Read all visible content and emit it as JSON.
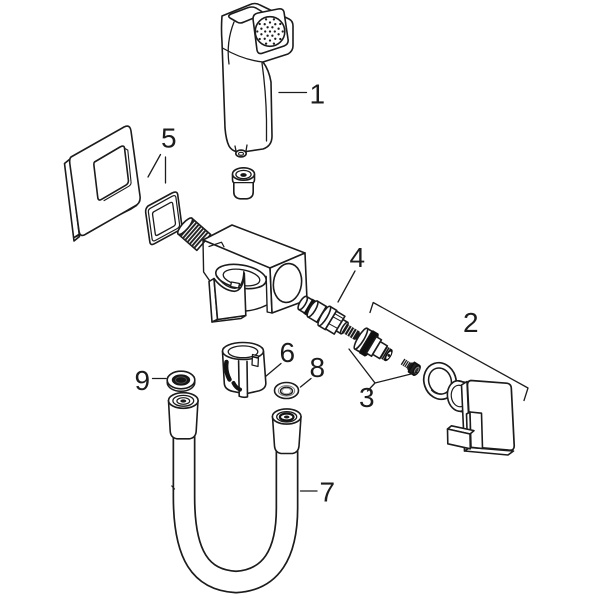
{
  "figure": {
    "background": "#ffffff",
    "line_color": "#1c1c1c",
    "dark_fill": "#161616"
  },
  "callouts": [
    {
      "label": "1"
    },
    {
      "label": "2"
    },
    {
      "label": "3"
    },
    {
      "label": "4"
    },
    {
      "label": "5"
    },
    {
      "label": "6"
    },
    {
      "label": "7"
    },
    {
      "label": "8"
    },
    {
      "label": "9"
    }
  ]
}
